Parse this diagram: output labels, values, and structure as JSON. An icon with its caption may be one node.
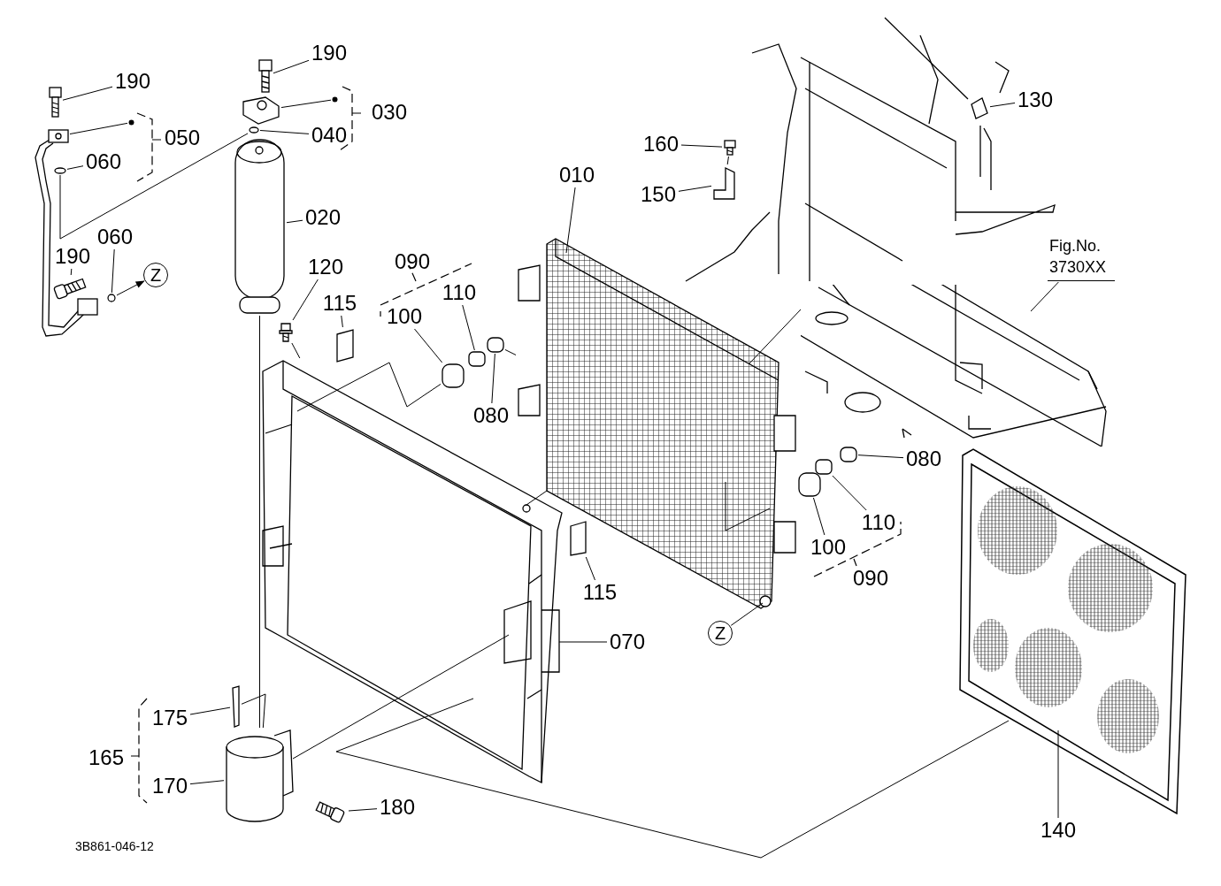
{
  "diagram": {
    "nodes": [
      {
        "text": [
          "190"
        ]
      },
      {
        "text": [
          "060"
        ]
      },
      {
        "text": [
          "190"
        ]
      },
      {
        "text": [
          "060"
        ]
      },
      {
        "text": [
          "Z"
        ]
      },
      {
        "text": [
          "190"
        ]
      },
      {
        "text": [
          "040"
        ]
      },
      {
        "text": [
          "020"
        ]
      },
      {
        "text": [
          "120"
        ]
      },
      {
        "text": [
          "115"
        ]
      },
      {
        "text": [
          "100"
        ]
      },
      {
        "text": [
          "110"
        ]
      },
      {
        "text": [
          "080"
        ]
      },
      {
        "text": [
          "010"
        ]
      },
      {
        "text": [
          "160"
        ]
      },
      {
        "text": [
          "150"
        ]
      },
      {
        "text": [
          "130"
        ]
      },
      {
        "text": [
          "Fig.No. 3730XX"
        ]
      },
      {
        "text": [
          "080"
        ]
      },
      {
        "text": [
          "110"
        ]
      },
      {
        "text": [
          "100"
        ]
      },
      {
        "text": [
          "115"
        ]
      },
      {
        "text": [
          "Z"
        ]
      },
      {
        "text": [
          "070"
        ]
      },
      {
        "text": [
          "175"
        ]
      },
      {
        "text": [
          "170"
        ]
      },
      {
        "text": [
          "180"
        ]
      },
      {
        "text": [
          "140"
        ]
      },
      {
        "text": [],
        "shape": "picture"
      },
      {
        "text": [],
        "shape": "circle"
      },
      {
        "text": [],
        "shape": "picture"
      },
      {
        "text": [],
        "shape": "circle"
      },
      {
        "text": [],
        "shape": "picture"
      },
      {
        "text": [],
        "shape": "circle"
      },
      {
        "text": [],
        "shape": "picture"
      },
      {
        "text": [],
        "shape": "picture"
      },
      {
        "text": [],
        "shape": "box"
      },
      {
        "text": [],
        "shape": "box"
      },
      {
        "text": [],
        "shape": "box"
      },
      {
        "text": [],
        "shape": "box"
      },
      {
        "text": [],
        "shape": "picture"
      },
      {
        "text": [],
        "shape": "box"
      },
      {
        "text": [],
        "shape": "picture"
      },
      {
        "text": [],
        "shape": "picture"
      },
      {
        "text": [],
        "shape": "picture"
      },
      {
        "text": [],
        "shape": "box"
      },
      {
        "text": [],
        "shape": "box"
      },
      {
        "text": [],
        "shape": "box"
      },
      {
        "text": [],
        "shape": "box"
      },
      {
        "text": [],
        "shape": "picture"
      },
      {
        "text": [],
        "shape": "box"
      },
      {
        "text": [],
        "shape": "cylinder"
      },
      {
        "text": [],
        "shape": "picture"
      },
      {
        "text": [],
        "shape": "picture"
      },
      {
        "text": [],
        "shape": "picture"
      },
      {
        "text": [],
        "shape": "circle"
      },
      {
        "text": [],
        "shape": "picture"
      },
      {
        "text": [],
        "shape": "circle"
      }
    ],
    "edges": [
      {
        "from": 0,
        "to": 28,
        "arrow": "none"
      },
      {
        "from": 1,
        "to": 29,
        "arrow": "none"
      },
      {
        "from": 2,
        "to": 30,
        "arrow": "none"
      },
      {
        "from": 3,
        "to": 31,
        "arrow": "none"
      },
      {
        "from": 31,
        "to": 4,
        "arrow": "to"
      },
      {
        "from": 5,
        "to": 32,
        "arrow": "none"
      },
      {
        "from": 6,
        "to": 33,
        "arrow": "none"
      },
      {
        "from": 7,
        "to": 34,
        "arrow": "none"
      },
      {
        "from": 8,
        "to": 35,
        "arrow": "none"
      },
      {
        "from": 9,
        "to": 36,
        "arrow": "none"
      },
      {
        "from": 10,
        "to": 37,
        "arrow": "none"
      },
      {
        "from": 11,
        "to": 38,
        "arrow": "none"
      },
      {
        "from": 12,
        "to": 39,
        "arrow": "none"
      },
      {
        "from": 13,
        "to": 40,
        "arrow": "none"
      },
      {
        "from": 14,
        "to": 41,
        "arrow": "none"
      },
      {
        "from": 15,
        "to": 42,
        "arrow": "none"
      },
      {
        "from": 16,
        "to": 43,
        "arrow": "none"
      },
      {
        "from": 17,
        "to": 44,
        "arrow": "none"
      },
      {
        "from": 18,
        "to": 45,
        "arrow": "none"
      },
      {
        "from": 19,
        "to": 46,
        "arrow": "none"
      },
      {
        "from": 20,
        "to": 47,
        "arrow": "none"
      },
      {
        "from": 21,
        "to": 48,
        "arrow": "none"
      },
      {
        "from": 22,
        "to": 40,
        "arrow": "none"
      },
      {
        "from": 23,
        "to": 49,
        "arrow": "none"
      },
      {
        "from": 24,
        "to": 50,
        "arrow": "none"
      },
      {
        "from": 25,
        "to": 51,
        "arrow": "none"
      },
      {
        "from": 26,
        "to": 52,
        "arrow": "none"
      },
      {
        "from": 27,
        "to": 53,
        "arrow": "none"
      },
      {
        "from": 55,
        "to": 54,
        "arrow": "none"
      },
      {
        "from": 57,
        "to": 56,
        "arrow": "none"
      },
      {
        "from": 29,
        "to": 33,
        "arrow": "none"
      },
      {
        "from": 34,
        "to": 51,
        "arrow": "none"
      },
      {
        "from": 50,
        "to": 51,
        "arrow": "none"
      },
      {
        "from": 35,
        "to": 49,
        "arrow": "none"
      },
      {
        "from": 49,
        "to": 37,
        "arrow": "none"
      },
      {
        "from": 39,
        "to": 40,
        "arrow": "none"
      },
      {
        "from": 51,
        "to": 49,
        "arrow": "none"
      },
      {
        "from": 49,
        "to": 53,
        "arrow": "none"
      },
      {
        "from": 49,
        "to": 40,
        "arrow": "none"
      },
      {
        "from": 41,
        "to": 42,
        "arrow": "none"
      },
      {
        "from": 40,
        "to": 44,
        "arrow": "none"
      }
    ],
    "labels": [
      "050",
      "030",
      "090",
      "090",
      "165",
      "3B861-046-12"
    ]
  }
}
